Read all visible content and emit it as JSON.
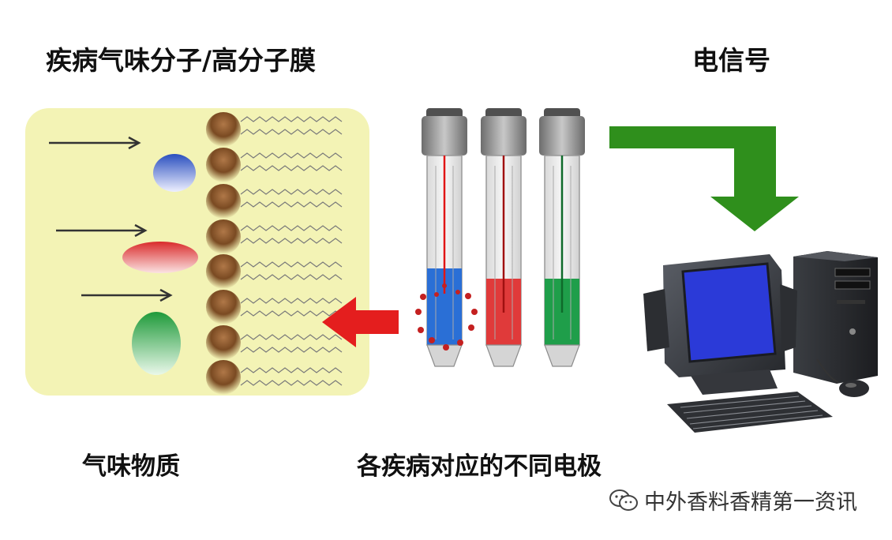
{
  "labels": {
    "title_left": "疾病气味分子/高分子膜",
    "title_right": "电信号",
    "odor_substance": "气味物质",
    "electrodes": "各疾病对应的不同电极"
  },
  "watermark": {
    "text": "中外香料香精第一资讯",
    "icon": "wechat-icon"
  },
  "colors": {
    "membrane_panel": "#f3f3b5",
    "blue_molecule": "#2a4fbf",
    "red_molecule": "#d92b2b",
    "green_molecule": "#1f9a3a",
    "arrow_red": "#e41e1e",
    "arrow_green": "#2f8f1c",
    "screen_blue": "#2b3ad8"
  },
  "icons": [
    "right-arrow-icon",
    "left-arrow-icon",
    "corner-down-arrow-icon",
    "computer-icon",
    "keyboard-icon",
    "mouse-icon"
  ]
}
